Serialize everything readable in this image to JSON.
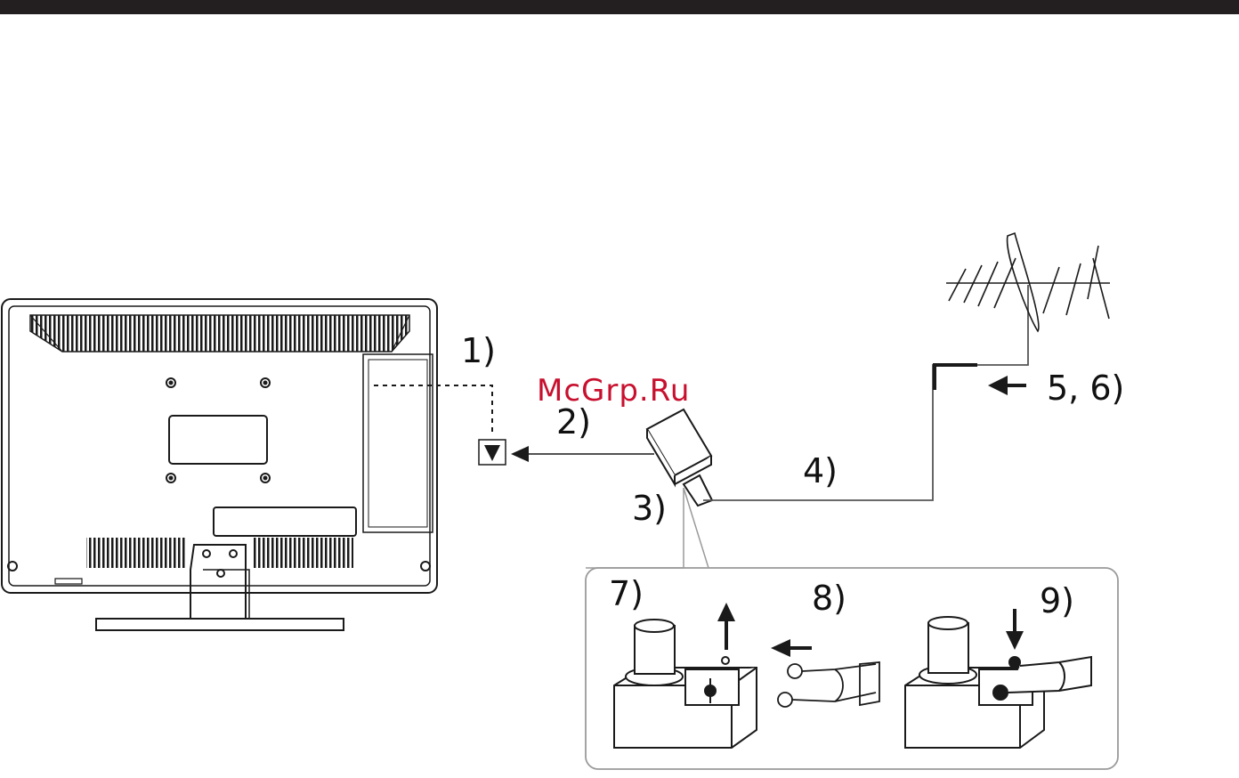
{
  "watermark": "McGrp.Ru",
  "colors": {
    "topbar": "#231f20",
    "line": "#1a1a1a",
    "watermark": "#c8102e",
    "inset_border": "#9a9a9a"
  },
  "labels": {
    "step1": "1)",
    "step2": "2)",
    "step3": "3)",
    "step4": "4)",
    "step56": "5, 6)",
    "step7": "7)",
    "step8": "8)",
    "step9": "9)"
  },
  "icons": [
    "tv-rear-icon",
    "antenna-icon",
    "plug-icon",
    "connector-icon"
  ]
}
